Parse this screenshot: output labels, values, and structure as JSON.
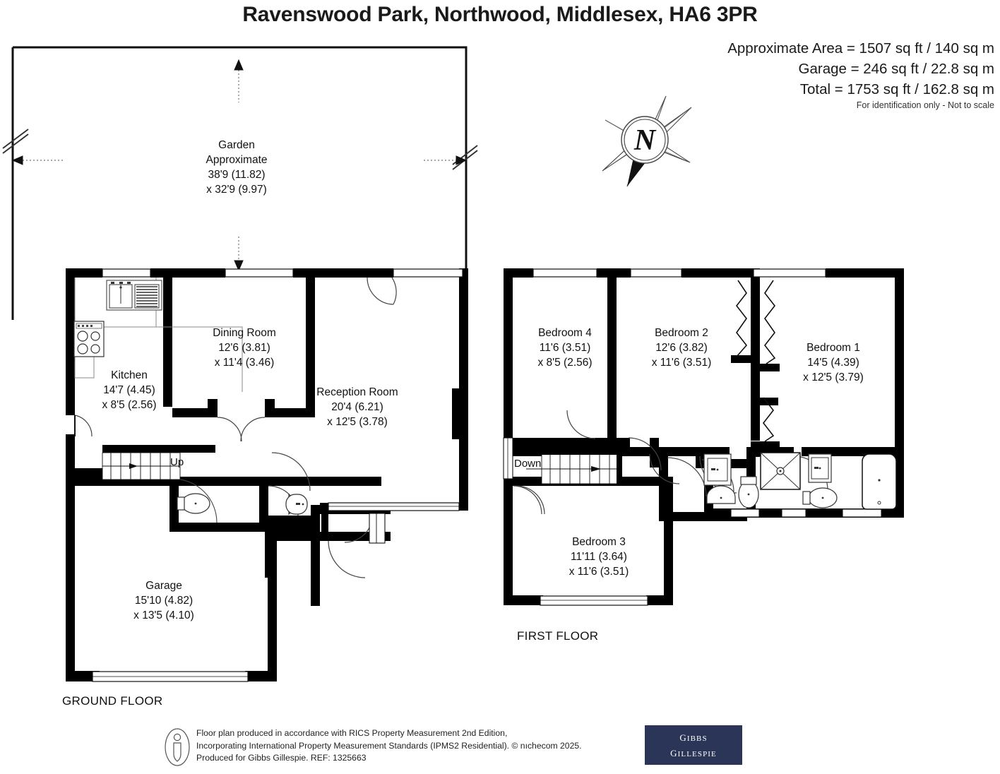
{
  "header": {
    "title": "Ravenswood Park, Northwood, Middlesex, HA6 3PR",
    "area_lines": [
      "Approximate Area = 1507 sq ft / 140 sq m",
      "Garage = 246 sq ft / 22.8 sq m",
      "Total = 1753 sq ft / 162.8 sq m"
    ],
    "disclaimer": "For identification only - Not to scale"
  },
  "compass": {
    "label": "N",
    "name": "north-arrow"
  },
  "ground_floor": {
    "label": "GROUND FLOOR",
    "garden": {
      "name": "Garden",
      "qualifier": "Approximate",
      "dim1": "38'9 (11.82)",
      "dim2": "x 32'9 (9.97)"
    },
    "rooms": [
      {
        "name": "Kitchen",
        "dim1": "14'7 (4.45)",
        "dim2": "x 8'5 (2.56)"
      },
      {
        "name": "Dining Room",
        "dim1": "12'6 (3.81)",
        "dim2": "x 11'4 (3.46)"
      },
      {
        "name": "Reception Room",
        "dim1": "20'4 (6.21)",
        "dim2": "x 12'5 (3.78)"
      },
      {
        "name": "Garage",
        "dim1": "15'10 (4.82)",
        "dim2": "x 13'5 (4.10)"
      }
    ],
    "stair_label": "Up"
  },
  "first_floor": {
    "label": "FIRST FLOOR",
    "rooms": [
      {
        "name": "Bedroom 4",
        "dim1": "11'6 (3.51)",
        "dim2": "x 8'5 (2.56)"
      },
      {
        "name": "Bedroom 2",
        "dim1": "12'6 (3.82)",
        "dim2": "x 11'6 (3.51)"
      },
      {
        "name": "Bedroom 1",
        "dim1": "14'5 (4.39)",
        "dim2": "x 12'5 (3.79)"
      },
      {
        "name": "Bedroom 3",
        "dim1": "11'11 (3.64)",
        "dim2": "x 11'6 (3.51)"
      }
    ],
    "stair_label": "Down"
  },
  "footer": {
    "lines": [
      "Floor plan produced in accordance with RICS Property Measurement 2nd Edition,",
      "Incorporating International Property Measurement Standards (IPMS2 Residential).   © nıchecom 2025.",
      "Produced for Gibbs Gillespie.   REF:  1325663"
    ],
    "brand_line1": "Gibbs",
    "brand_line2": "Gillespie",
    "brand_color": "#2b3558"
  }
}
